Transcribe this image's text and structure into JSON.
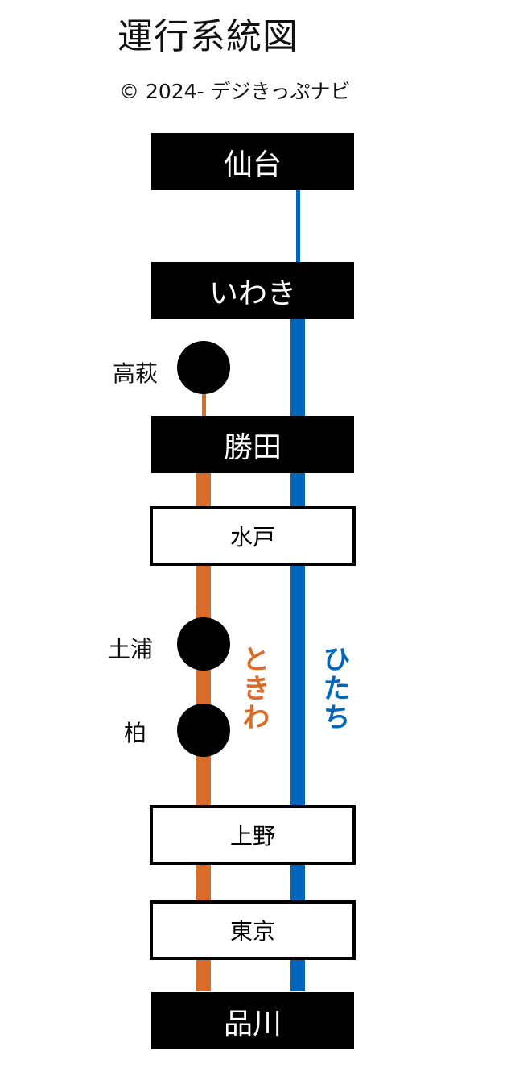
{
  "title": "運行系統図",
  "copyright": "© 2024- デジきっぷナビ",
  "colors": {
    "hitachi": "#0066bb",
    "tokiwa": "#d96b2b",
    "major_station_bg": "#000000",
    "stop_dot": "#000000"
  },
  "routes": {
    "tokiwa": "ときわ",
    "hitachi": "ひたち"
  },
  "stations": {
    "sendai": "仙台",
    "iwaki": "いわき",
    "katsuta": "勝田",
    "mito": "水戸",
    "ueno": "上野",
    "tokyo": "東京",
    "shinagawa": "品川"
  },
  "stops": {
    "takahagi": "高萩",
    "tsuchiura": "土浦",
    "kashiwa": "柏"
  }
}
